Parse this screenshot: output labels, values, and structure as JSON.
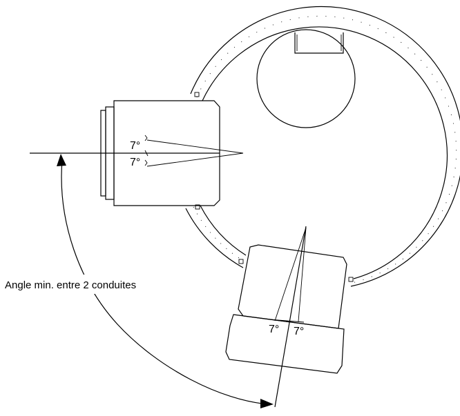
{
  "labels": {
    "min_angle": "Angle min. entre 2 conduites",
    "angle_left_upper": "7°",
    "angle_left_lower": "7°",
    "angle_bottom_left": "7°",
    "angle_bottom_right": "7°"
  },
  "colors": {
    "stroke": "#000000",
    "background": "#ffffff"
  }
}
